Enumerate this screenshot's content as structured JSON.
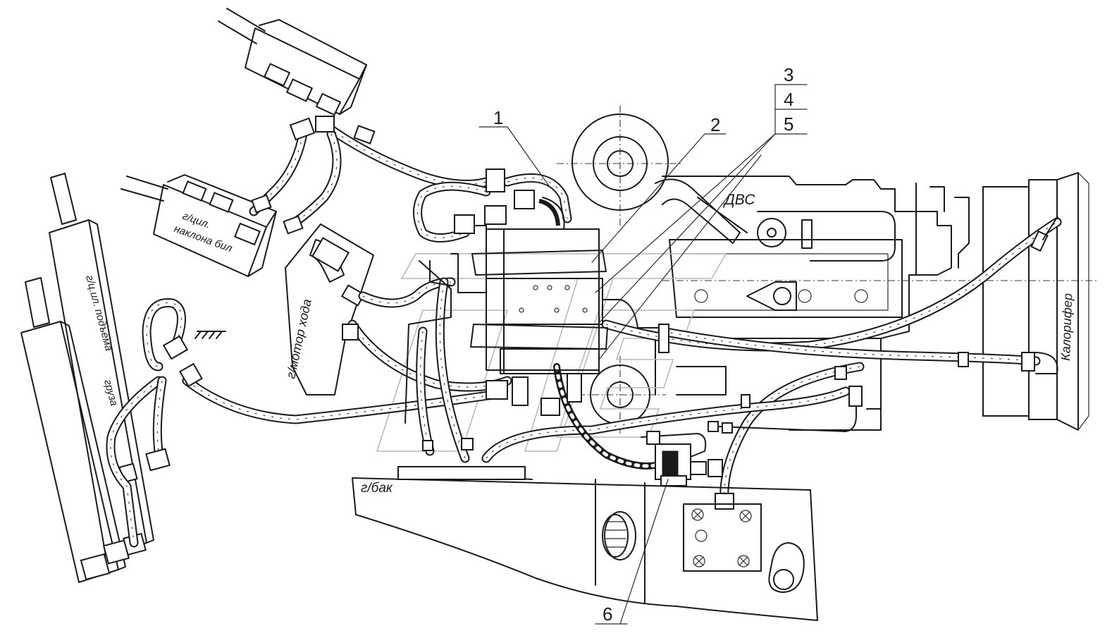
{
  "callouts": {
    "n1": "1",
    "n2": "2",
    "n3": "3",
    "n4": "4",
    "n5": "5",
    "n6": "6"
  },
  "labels": {
    "engine": "ДВС",
    "tank": "г/бак",
    "heater": "Калорифер",
    "travel_motor": "г/мотор хода",
    "tilt_cyl_line1": "г/цил.",
    "tilt_cyl_line2": "наклона бил",
    "lift_cyl_line1": "г/ц.ил. подъема",
    "lift_cyl_line2": "груза"
  },
  "colors": {
    "ink": "#1a1a1a",
    "paper": "#ffffff",
    "watermark": "#b9b9b9"
  }
}
